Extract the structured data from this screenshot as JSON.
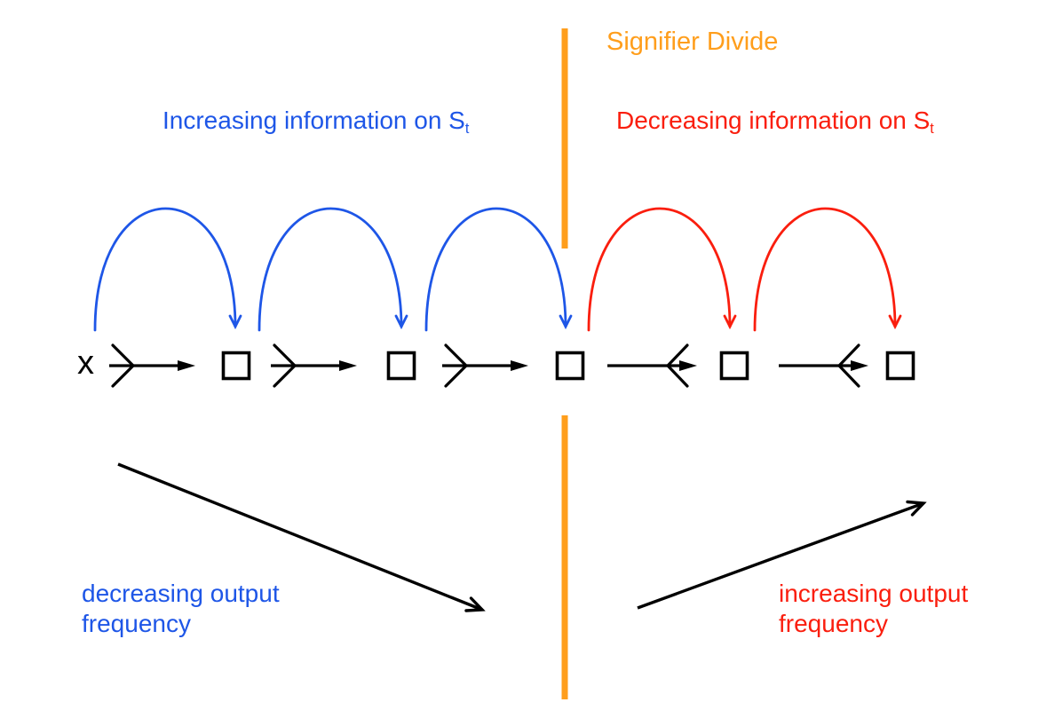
{
  "colors": {
    "blue": "#1E56E7",
    "red": "#FA1E0E",
    "orange": "#FF9E1C",
    "black": "#000000",
    "background": "#FFFFFF"
  },
  "divide": {
    "label": "Signifier Divide"
  },
  "top_labels": {
    "left": {
      "text": "Increasing information on S",
      "subscript": "t"
    },
    "right": {
      "text": "Decreasing information on S",
      "subscript": "t"
    }
  },
  "sequence": {
    "input_label": "x",
    "num_units": 5,
    "num_left_arcs": 3,
    "num_right_arcs": 2
  },
  "bottom_labels": {
    "left": {
      "line1": "decreasing output",
      "line2": "frequency"
    },
    "right": {
      "line1": "increasing output",
      "line2": "frequency"
    }
  }
}
